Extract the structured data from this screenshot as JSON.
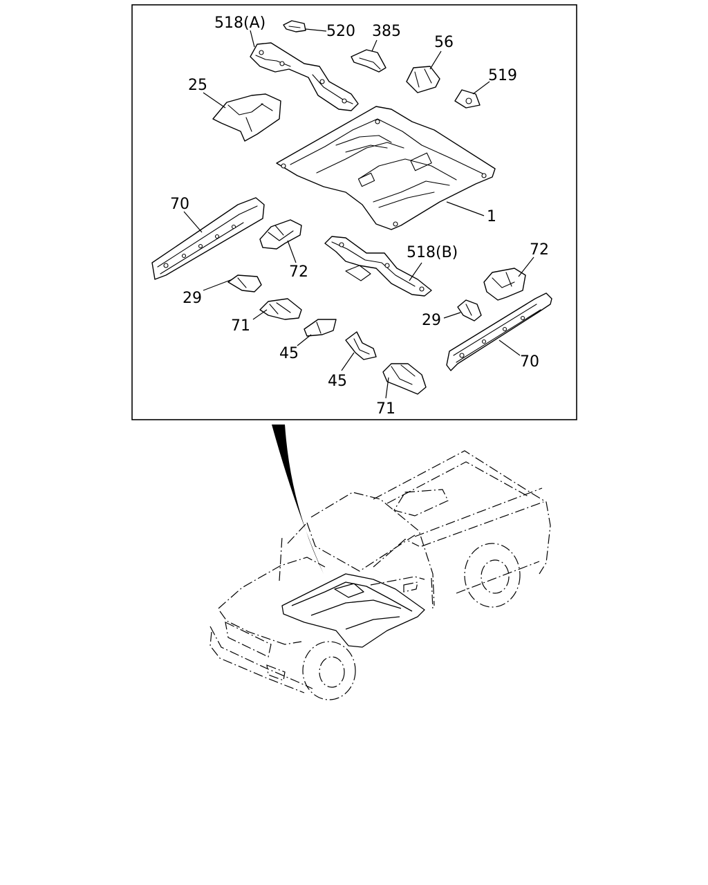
{
  "callouts": {
    "c518a": "518(A)",
    "c520": "520",
    "c385": "385",
    "c56": "56",
    "c519": "519",
    "c25": "25",
    "c1": "1",
    "c70_left": "70",
    "c72_left": "72",
    "c518b": "518(B)",
    "c72_right": "72",
    "c29_left": "29",
    "c29_right": "29",
    "c71_left": "71",
    "c45_left": "45",
    "c45_center": "45",
    "c70_right": "70",
    "c71_bottom": "71"
  }
}
